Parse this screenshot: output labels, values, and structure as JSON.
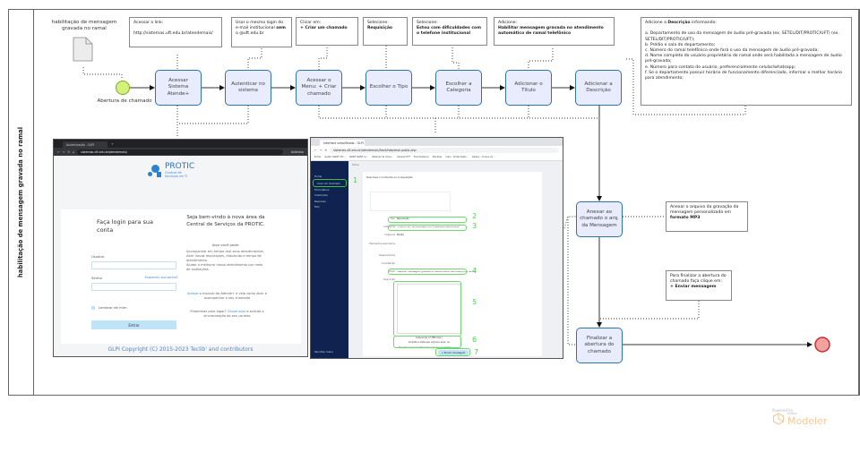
{
  "diagram": {
    "lane_label": "habilitação de mensagem gravada no ramal",
    "data_object_label": "habilitação de mensagem gravada no ramal",
    "start_event_label": "Abertura de chamado",
    "tasks": [
      "Acessar Sistema Atende+",
      "Autenticar no sistema",
      "Acessar o Menu: + Criar chamado",
      "Escolher o Tipo",
      "Escolher a Categoria",
      "Adicionar o Título",
      "Adicionar a Descrição",
      "Anexar ao chamado o arq. da Mensagem",
      "Finalizar a abertura do chamado"
    ],
    "notes": {
      "link": {
        "line1": "Acessar o link:",
        "line2": "http://sistemas.uft.edu.br/atendemais/"
      },
      "login": {
        "pre": "Usar o mesmo login do e-mail institucional ",
        "bold": "sem",
        "post": " o @uft.edu.br"
      },
      "menu": {
        "line1": "Clicar em:",
        "bold": "+ Criar um chamado"
      },
      "tipo": {
        "line1": "Selecione:",
        "bold": "Requisição"
      },
      "categoria": {
        "line1": "Selecione:",
        "bold": "Estou com dificuldades com o telefone institucional"
      },
      "titulo": {
        "line1": "Adicione:",
        "bold": "Habilitar mensagem gravada no atendimento automático de ramal telefônico"
      },
      "descricao": {
        "pre": "Adicione a ",
        "bold": "Descrição",
        "post": " informando:",
        "items": [
          "a. Departamento de uso da mensagem de áudio pré-gravada (ex. SETEL/DIT/PROTIC/UFT) (ex. SETEL/DIT/PROTIC/UFT);",
          "b. Prédio e sala do departamento;",
          "c. Número do ramal telefônico onde fará o uso da mensagem de áudio pré-gravada;",
          "d. Nome completo do usuário proprietário do ramal onde será habilitada a mensagem de áudio pré-gravada;",
          "e. Número para contato do usuário, preferencialmente celular/whatsapp;",
          "f. Se o departamento possuir horário de funcionamento diferenciado, informar o melhor horário para atendimento;"
        ]
      },
      "anexar": {
        "pre": "Anexar o arquivo da gravação da mensagem personalizada em ",
        "bold": "formato MP3"
      },
      "finalizar": {
        "pre": "Para finalizar a abertura do chamado faça clique em:",
        "bold": "+ Enviar mensagem"
      }
    }
  },
  "login_screenshot": {
    "tab_title": "Autenticação - GLPI",
    "url": "sistemas.uft.edu.br/atendemais/",
    "profile": "Anônimo",
    "brand": "PROTIC",
    "brand_sub1": "Central de",
    "brand_sub2": "Serviços de TI",
    "login_title": "Faça login para sua conta",
    "user_label": "Usuário",
    "password_label": "Senha",
    "forgot_link": "Esqueceu sua senha?",
    "remember_label": "Lembrar de mim",
    "submit": "Entrar",
    "welcome_title": "Seja bem-vindo à nova área da Central de Serviços da PROTIC.",
    "welcome_sub": "Aqui você pode:",
    "bullets": [
      "Acompanhar em tempo real seus atendimentos.",
      "Abrir novas requisições, reduzindo o tempo de atendimento.",
      "Ajudar a melhorar nosso atendimento por meio de avaliações."
    ],
    "manual_link": "Acesse",
    "manual_text": " o manual do Atende+ e veja como abrir e acompanhar o seu chamado",
    "problems_text": "Problemas para logar? ",
    "problems_link": "Clique aqui",
    "problems_post": " e solicite a sincronização do seu usuário",
    "footer": "GLPI Copyright (C) 2015-2023 Teclib' and contributors"
  },
  "form_screenshot": {
    "tab_title": "Interface simplificada - GLPI",
    "url": "sistemas.uft.edu.br/atendemais/front/helpdesk.public.php",
    "bookmarks": [
      "Entrar",
      "Gestor SGINT UFL...",
      "SGINT SGINT Lo...",
      "Webmail da Unive...",
      "Intranet UFT",
      "Ensil Distance",
      "Planilhas",
      "Claro - Portal Gesto...",
      "Gallery - Cursos onl..."
    ],
    "sidebar_items": [
      "Home",
      "Criar um chamado",
      "Formulários",
      "Chamados",
      "Reservas",
      "FAQ"
    ],
    "sidebar_footer": "Recolher menu",
    "breadcrumb": "Home",
    "section_title": "Descreva o incidente ou a requisição",
    "fields": [
      "Tipo",
      "Categoria",
      "Urgência",
      "Elementos associados",
      "Observadores",
      "Localização",
      "Título",
      "Descrição"
    ],
    "tipo_value": "Requisição",
    "categoria_value": "» Estou com dificuldades com o telefone institucional",
    "urgencia_value": "Média",
    "titulo_value": "Habilitar mensagem gravada no atendimento automático de ramal",
    "attach_label": "Arquivo(s) (2 MB máx.)",
    "attach_hint": "Arraste e solte seu arquivo aqui, ou",
    "attach_button1": "Escolher arquivos",
    "attach_button2": "Nenhum arquivo escolhido",
    "submit": "+ Enviar mensagem",
    "step_numbers": [
      "1",
      "2",
      "3",
      "4",
      "5",
      "6",
      "7"
    ]
  },
  "watermark": {
    "powered": "Powered by",
    "brand": "bizagi",
    "product": "Modeler"
  },
  "colors": {
    "task_fill": "#e8ecfc",
    "task_border": "#2d74a8",
    "start": "#d4f27a",
    "end": "#f2a0a0",
    "highlight": "#6dd86d"
  }
}
